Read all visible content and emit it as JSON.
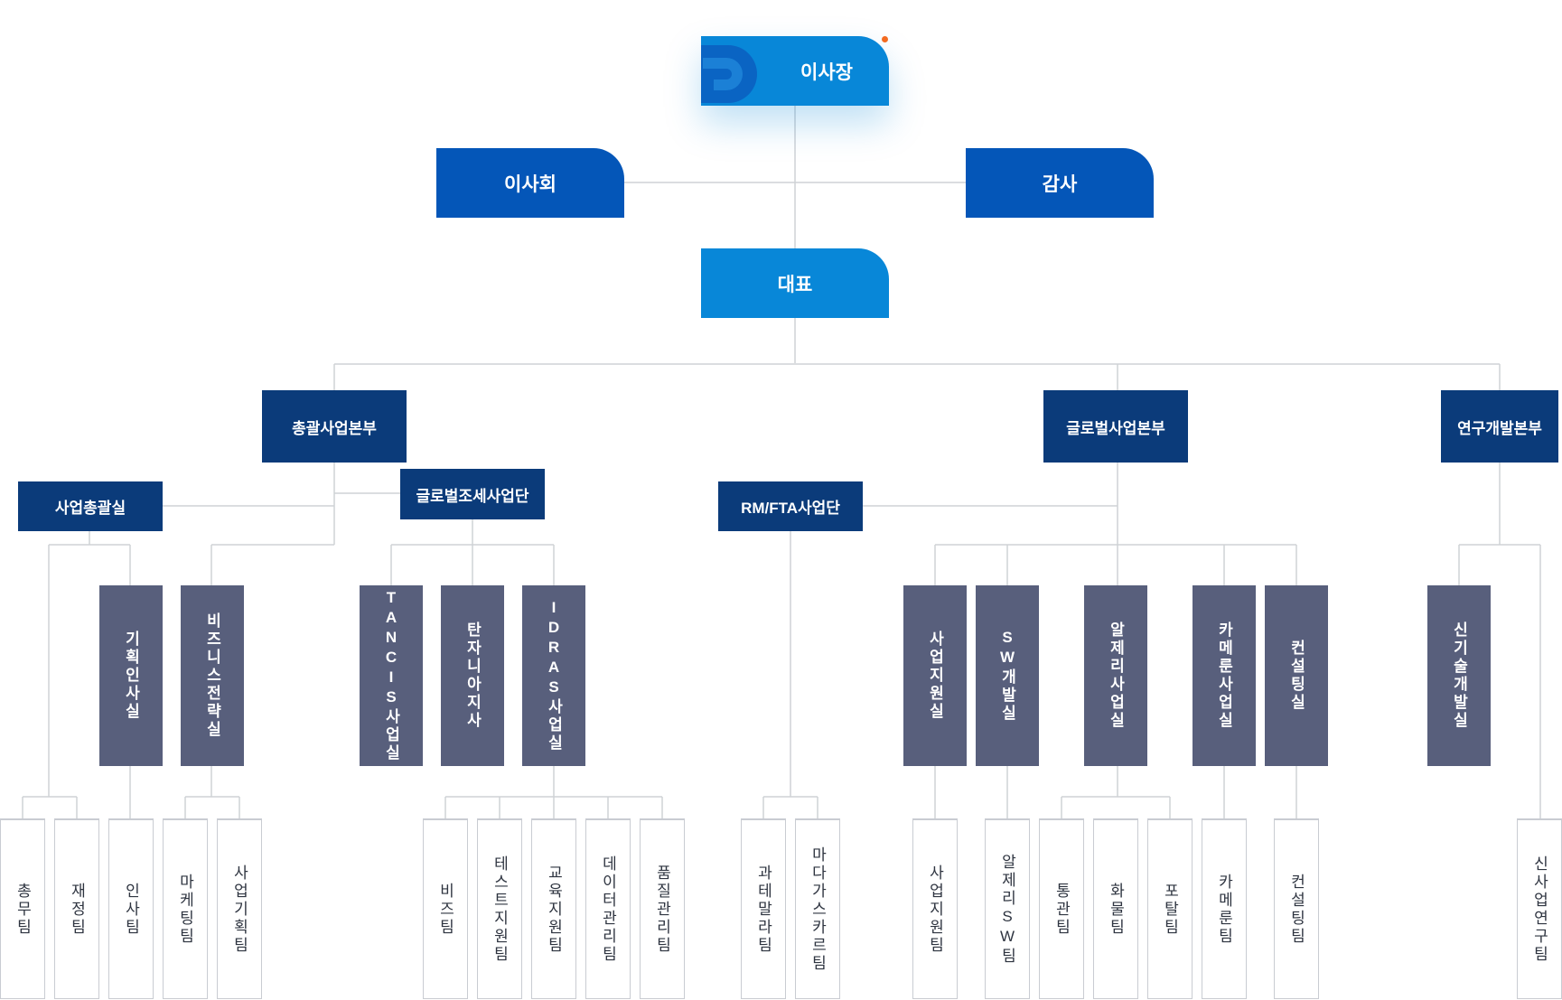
{
  "colors": {
    "top_light": "#0887d8",
    "top_mid": "#0456b8",
    "division": "#0b3b7a",
    "department": "#585f7c",
    "team_border": "#c9ccd2",
    "line": "#cfd2d6",
    "accent_dot": "#f36b21"
  },
  "icons": {
    "logo": "logo-mark-icon"
  },
  "top": {
    "chairman": "이사장",
    "board": "이사회",
    "audit": "감사",
    "ceo": "대표"
  },
  "divisions": {
    "general": "총괄사업본부",
    "global": "글로벌사업본부",
    "rnd": "연구개발본부"
  },
  "groups": {
    "business_general": "사업총괄실",
    "global_tax": "글로벌조세사업단",
    "rm_fta": "RM/FTA사업단"
  },
  "departments": {
    "planning_hr": "기획인사실",
    "biz_strategy": "비즈니스전략실",
    "tancis": "TANCIS사업실",
    "tanzania": "탄자니아지사",
    "idras": "IDRAS사업실",
    "biz_support": "사업지원실",
    "sw_dev": "SW개발실",
    "algeria": "알제리사업실",
    "cameroon": "카메룬사업실",
    "consulting": "컨설팅실",
    "new_tech": "신기술개발실"
  },
  "teams": {
    "general_affairs": "총무팀",
    "finance": "재정팀",
    "hr": "인사팀",
    "marketing": "마케팅팀",
    "biz_planning": "사업기획팀",
    "biz": "비즈팀",
    "test_support": "테스트지원팀",
    "edu_support": "교육지원팀",
    "data_mgmt": "데이터관리팀",
    "quality_mgmt": "품질관리팀",
    "guatemala": "과테말라팀",
    "madagascar": "마다가스카르팀",
    "biz_support": "사업지원팀",
    "algeria_sw": "알제리SW팀",
    "customs": "통관팀",
    "cargo": "화물팀",
    "portal": "포탈팀",
    "cameroon": "카메룬팀",
    "consulting": "컨설팅팀",
    "new_biz_research": "신사업연구팀"
  }
}
